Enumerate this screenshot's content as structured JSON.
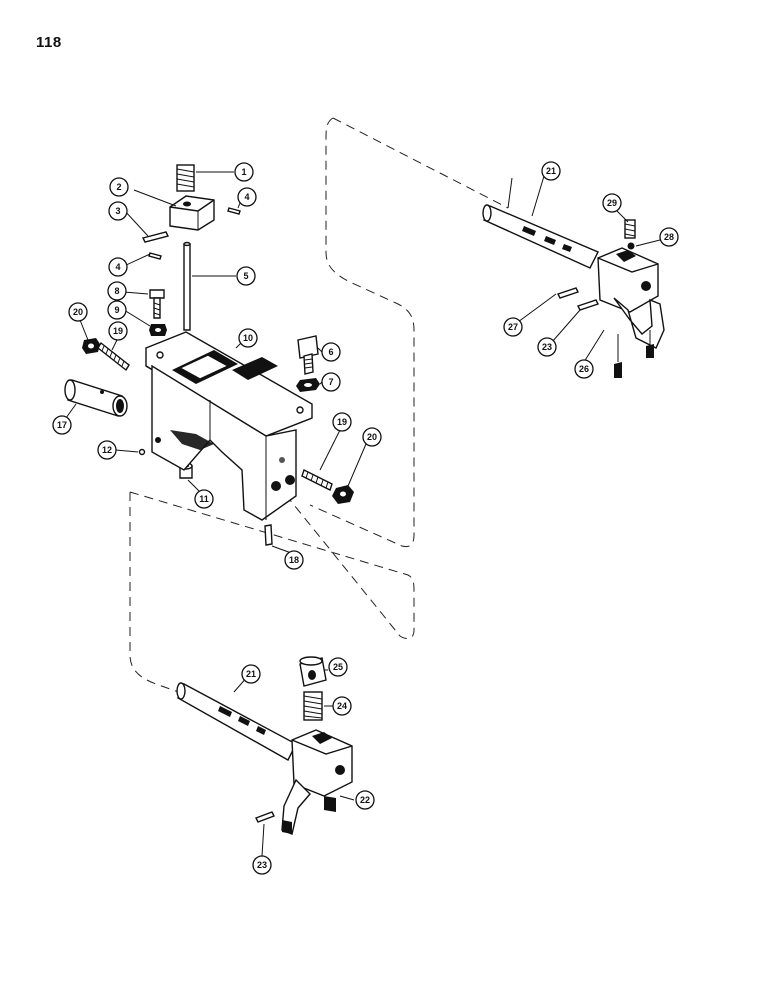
{
  "page": {
    "number": "118"
  },
  "callouts": [
    "1",
    "2",
    "3",
    "4",
    "4",
    "5",
    "8",
    "9",
    "20",
    "19",
    "10",
    "6",
    "7",
    "17",
    "12",
    "11",
    "19",
    "20",
    "18",
    "21",
    "29",
    "28",
    "27",
    "23",
    "26",
    "21",
    "25",
    "24",
    "22",
    "23"
  ],
  "colors": {
    "ink": "#111111",
    "paper": "#ffffff"
  }
}
